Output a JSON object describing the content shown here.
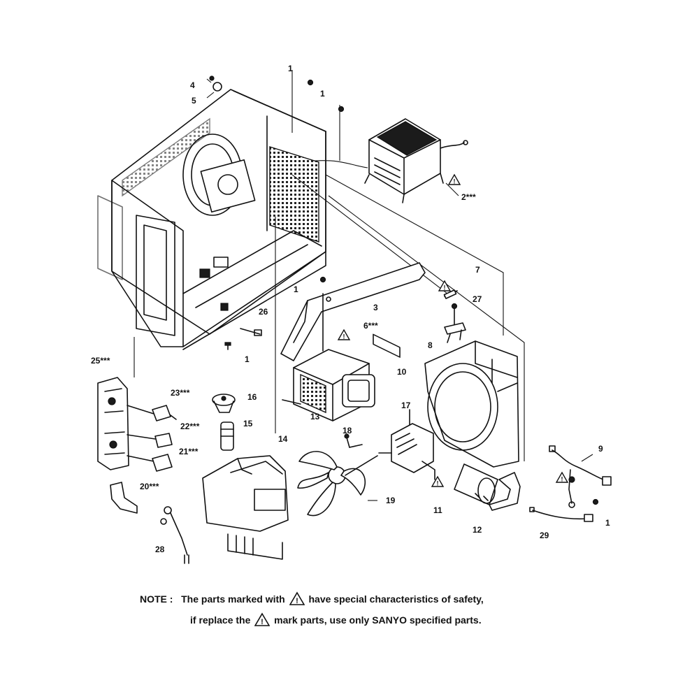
{
  "diagram": {
    "labels": {
      "l1a": "1",
      "l1b": "1",
      "l1c": "1",
      "l1d": "1",
      "l1e": "1",
      "l2": "2***",
      "l3": "3",
      "l4": "4",
      "l5": "5",
      "l6": "6***",
      "l7": "7",
      "l8": "8",
      "l9": "9",
      "l10": "10",
      "l11": "11",
      "l12": "12",
      "l13": "13",
      "l14": "14",
      "l15": "15",
      "l16": "16",
      "l17": "17",
      "l18": "18",
      "l19": "19",
      "l20": "20***",
      "l21": "21***",
      "l22": "22***",
      "l23": "23***",
      "l25": "25***",
      "l26": "26",
      "l27": "27",
      "l28": "28",
      "l29": "29"
    }
  },
  "note": {
    "prefix": "NOTE :",
    "line1_a": "The parts marked with",
    "line1_b": "have special characteristics of safety,",
    "line2_a": "if replace the",
    "line2_b": "mark parts, use only SANYO specified parts."
  }
}
